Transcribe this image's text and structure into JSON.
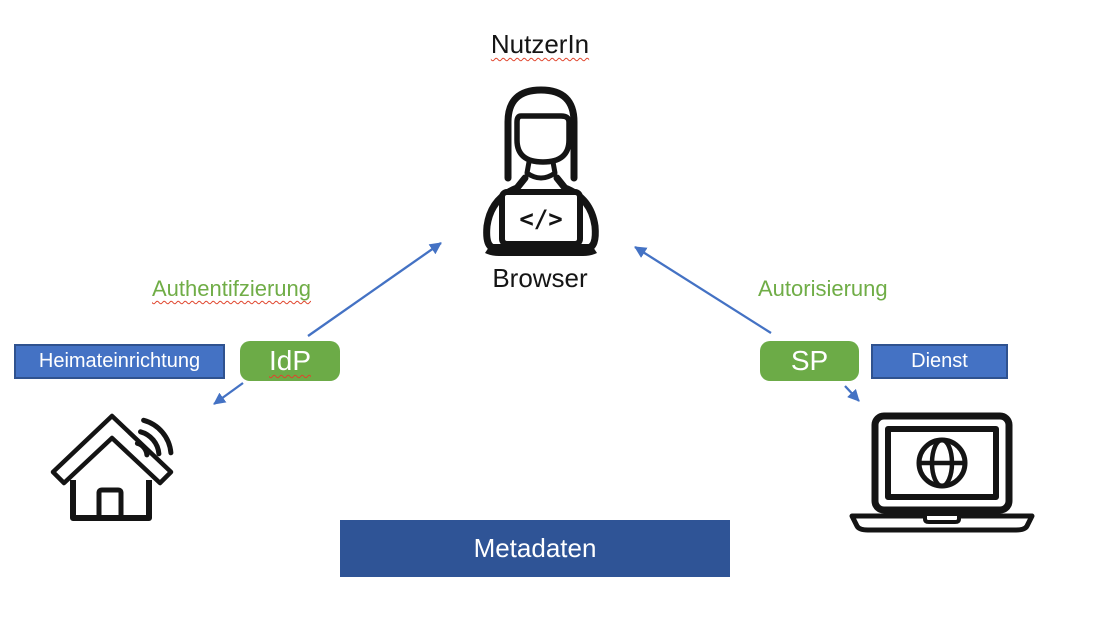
{
  "colors": {
    "blue-fill": "#4472C4",
    "blue-border": "#2F528F",
    "dark-blue": "#2F5496",
    "green": "#6CAB47",
    "green-text": "#70AD47",
    "arrow": "#4472C4",
    "squiggle": "#E0442C",
    "ink": "#141414"
  },
  "diagram": {
    "user": {
      "title": "NutzerIn",
      "device_label": "Browser",
      "icon": "woman-with-laptop-icon"
    },
    "left": {
      "flow_label": "Authentifzierung",
      "home_label": "Heimateinrichtung",
      "idp_label": "IdP",
      "icon": "house-wifi-icon"
    },
    "right": {
      "flow_label": "Autorisierung",
      "sp_label": "SP",
      "service_label": "Dienst",
      "icon": "laptop-globe-icon"
    },
    "metadata_label": "Metadaten",
    "connections": [
      {
        "from": "IdP",
        "to": "Browser",
        "style": "arrow",
        "label": "Authentifzierung"
      },
      {
        "from": "IdP",
        "to": "Heimateinrichtung-Haus",
        "style": "arrow"
      },
      {
        "from": "SP",
        "to": "Browser",
        "style": "arrow",
        "label": "Autorisierung"
      },
      {
        "from": "SP",
        "to": "Dienst-Laptop",
        "style": "arrow"
      }
    ]
  }
}
